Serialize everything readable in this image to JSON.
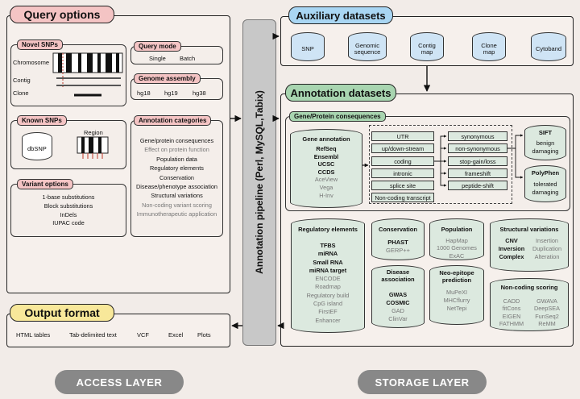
{
  "query": {
    "title": "Query options",
    "novel": {
      "title": "Novel SNPs",
      "labels": [
        "Chromosome",
        "Contig",
        "Clone"
      ]
    },
    "mode": {
      "title": "Query mode",
      "options": [
        "Single",
        "Batch"
      ]
    },
    "assembly": {
      "title": "Genome assembly",
      "options": [
        "hg18",
        "hg19",
        "hg38"
      ]
    },
    "known": {
      "title": "Known SNPs",
      "db": "dbSNP",
      "region": "Region"
    },
    "categories": {
      "title": "Annotation categories",
      "items": [
        "Gene/protein consequences",
        "Effect on protein function",
        "Population data",
        "Regulatory elements",
        "Conservation",
        "Disease/phenotype association",
        "Structural variations",
        "Non-coding variant scoring",
        "Immunotherapeutic application"
      ]
    },
    "variant": {
      "title": "Variant options",
      "items": [
        "1-base substitutions",
        "Block substitutions",
        "InDels",
        "IUPAC code"
      ]
    }
  },
  "output": {
    "title": "Output format",
    "items": [
      "HTML tables",
      "Tab-delimited text",
      "VCF",
      "Excel",
      "Plots"
    ]
  },
  "pipeline": {
    "label": "Annotation pipeline (Perl, MySQL,Tabix)"
  },
  "auxiliary": {
    "title": "Auxiliary datasets",
    "items": [
      "SNP",
      "Genomic sequence",
      "Contig map",
      "Clone map",
      "Cytoband"
    ]
  },
  "annotation": {
    "title": "Annotation datasets",
    "gene_protein": {
      "title": "Gene/Protein consequences",
      "gene_annotation": {
        "title": "Gene annotation",
        "bold": [
          "RefSeq",
          "Ensembl",
          "UCSC",
          "CCDS"
        ],
        "gray": [
          "AceView",
          "Vega",
          "H-Inv"
        ]
      },
      "regions": [
        "UTR",
        "up/down-stream",
        "coding",
        "intronic",
        "splice site",
        "Non-coding transcript"
      ],
      "effects": [
        "synonymous",
        "non-synonymous",
        "stop-gain/loss",
        "frameshift",
        "peptide-shift"
      ],
      "sift": {
        "title": "SIFT",
        "items": [
          "benign",
          "damaging"
        ]
      },
      "polyphen": {
        "title": "PolyPhen",
        "items": [
          "tolerated",
          "damaging"
        ]
      }
    },
    "regulatory": {
      "title": "Regulatory elements",
      "bold": [
        "TFBS",
        "miRNA",
        "Small RNA",
        "miRNA target"
      ],
      "gray": [
        "ENCODE",
        "Roadmap",
        "Regulatory build",
        "CpG island",
        "FirstEF",
        "Enhancer"
      ]
    },
    "conservation": {
      "title": "Conservation",
      "bold": [
        "PHAST"
      ],
      "gray": [
        "GERP++"
      ]
    },
    "population": {
      "title": "Population",
      "gray": [
        "HapMap",
        "1000 Genomes",
        "ExAC"
      ]
    },
    "structural": {
      "title": "Structural variations",
      "col1": [
        "CNV",
        "Inversion",
        "Complex"
      ],
      "col2": [
        "Insertion",
        "Duplication",
        "Alteration"
      ]
    },
    "disease": {
      "title": "Disease association",
      "bold": [
        "GWAS",
        "COSMIC"
      ],
      "gray": [
        "GAD",
        "ClinVar"
      ]
    },
    "neo": {
      "title": "Neo-epitope prediction",
      "gray": [
        "MuPeXI",
        "MHCflurry",
        "NetTepi"
      ]
    },
    "noncoding": {
      "title": "Non-coding scoring",
      "col1": [
        "CADD",
        "fitCons",
        "EIGEN",
        "FATHMM"
      ],
      "col2": [
        "GWAVA",
        "DeepSEA",
        "FunSeq2",
        "ReMM"
      ]
    }
  },
  "layers": {
    "access": "ACCESS LAYER",
    "storage": "STORAGE LAYER"
  },
  "colors": {
    "query_pill": "#f4c4c4",
    "output_pill": "#f8e89a",
    "aux_pill": "#a9d6f3",
    "annot_pill": "#a8d5b0",
    "cyl_green": "#dce9df",
    "cyl_blue": "#cfe4f5",
    "pipeline": "#c8c8c8"
  }
}
